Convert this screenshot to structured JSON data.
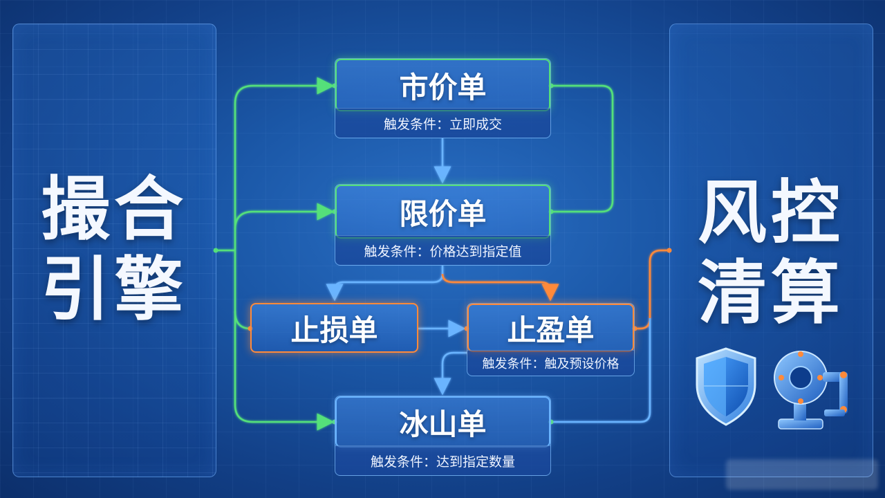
{
  "left_title": [
    "撮合",
    "引擎"
  ],
  "right_title": [
    "风控",
    "清算"
  ],
  "nodes": [
    {
      "id": "market",
      "name": "市价单",
      "condition": "触发条件：立即成交"
    },
    {
      "id": "limit",
      "name": "限价单",
      "condition": "触发条件：价格达到指定值"
    },
    {
      "id": "stoploss",
      "name": "止损单"
    },
    {
      "id": "takeprofit",
      "name": "止盈单",
      "condition": "触发条件：触及预设价格"
    },
    {
      "id": "iceberg",
      "name": "冰山单",
      "condition": "触发条件：达到指定数量"
    }
  ],
  "colors": {
    "green": "#55e07a",
    "blue": "#6ab4ff",
    "orange": "#ff8a3a",
    "background": "#1b58a8"
  },
  "icons": [
    "shield-icon",
    "valve-icon"
  ]
}
